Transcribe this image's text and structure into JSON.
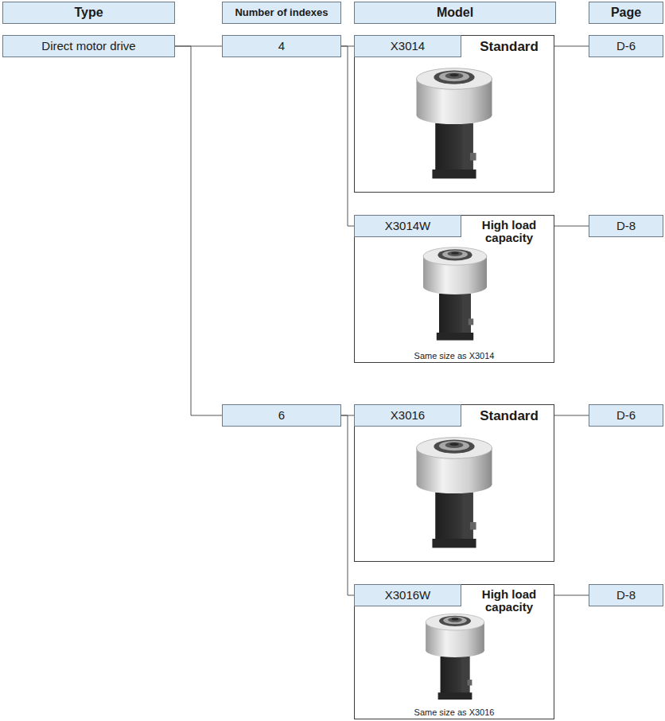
{
  "diagram": {
    "nodes": [
      {
        "text": [
          "Type"
        ]
      },
      {
        "text": [
          "Number of indexes"
        ]
      },
      {
        "text": [
          "Model"
        ]
      },
      {
        "text": [
          "Page"
        ]
      },
      {
        "text": [
          "Direct motor drive"
        ]
      },
      {
        "text": [
          "4"
        ]
      },
      {
        "text": [
          "Standard"
        ]
      },
      {
        "text": [
          "X3014"
        ],
        "in": 6
      },
      {
        "text": [
          "D-6"
        ]
      },
      {
        "text": [
          "High load capacity",
          "Same size as X3014"
        ]
      },
      {
        "text": [
          "X3014W"
        ],
        "in": 9
      },
      {
        "text": [
          "D-8"
        ]
      },
      {
        "text": [
          "6"
        ]
      },
      {
        "text": [
          "Standard"
        ]
      },
      {
        "text": [
          "X3016"
        ],
        "in": 13
      },
      {
        "text": [
          "D-6"
        ]
      },
      {
        "text": [
          "High load capacity",
          "Same size as X3016"
        ]
      },
      {
        "text": [
          "X3016W"
        ],
        "in": 16
      },
      {
        "text": [
          "D-8"
        ]
      }
    ],
    "edges": [
      {
        "from": 4,
        "to": 5,
        "arrow": "none"
      },
      {
        "from": 4,
        "to": 12,
        "arrow": "none"
      },
      {
        "from": 5,
        "to": 7,
        "arrow": "none"
      },
      {
        "from": 5,
        "to": 10,
        "arrow": "none"
      },
      {
        "from": 6,
        "to": 8,
        "arrow": "none"
      },
      {
        "from": 9,
        "to": 11,
        "arrow": "none"
      },
      {
        "from": 12,
        "to": 14,
        "arrow": "none"
      },
      {
        "from": 12,
        "to": 17,
        "arrow": "none"
      },
      {
        "from": 13,
        "to": 15,
        "arrow": "none"
      },
      {
        "from": 16,
        "to": 18,
        "arrow": "none"
      }
    ]
  }
}
